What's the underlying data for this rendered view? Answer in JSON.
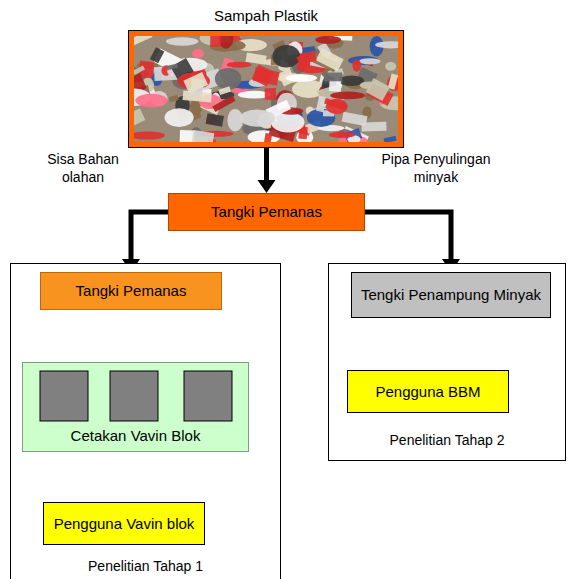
{
  "diagram": {
    "nodes": [
      {
        "text": [
          "Sampah Plastik"
        ]
      },
      {
        "text": [
          "Tangki Pemanas"
        ]
      },
      {
        "text": [
          "Penelitian Tahap 1"
        ]
      },
      {
        "text": [
          "Tangki Pemanas"
        ],
        "in": 2
      },
      {
        "text": [
          "Cetakan Vavin Blok"
        ],
        "in": 2
      },
      {
        "text": [
          "Pengguna Vavin blok"
        ],
        "in": 2
      },
      {
        "text": [
          "Penelitian Tahap 2"
        ]
      },
      {
        "text": [
          "Tengki Penampung Minyak"
        ],
        "in": 6
      },
      {
        "text": [
          "Pengguna BBM"
        ],
        "in": 6
      }
    ],
    "edges": [
      {
        "from": 0,
        "to": 1,
        "arrow": "to"
      },
      {
        "from": 1,
        "to": 3,
        "label": "Sisa Bahan olahan",
        "arrow": "to"
      },
      {
        "from": 1,
        "to": 7,
        "label": "Pipa Penyulingan minyak",
        "arrow": "to"
      },
      {
        "from": 3,
        "to": 4,
        "arrow": "to"
      },
      {
        "from": 4,
        "to": 5,
        "arrow": "to"
      },
      {
        "from": 7,
        "to": 8,
        "arrow": "to"
      }
    ]
  }
}
